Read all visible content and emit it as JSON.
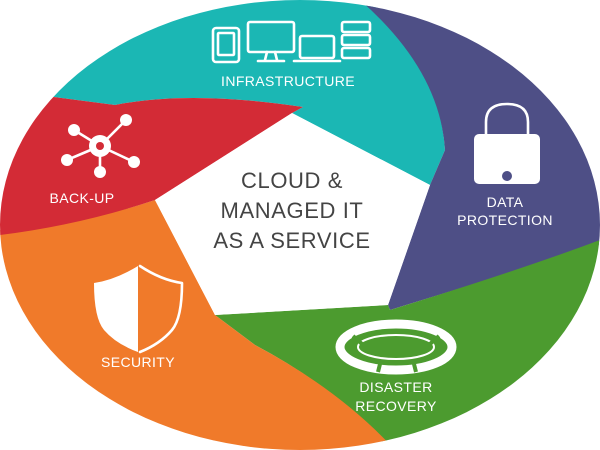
{
  "diagram": {
    "center": {
      "lines": [
        "CLOUD &",
        "MANAGED IT",
        "AS A SERVICE"
      ]
    },
    "segments": [
      {
        "id": "infrastructure",
        "label_lines": [
          "INFRASTRUCTURE"
        ],
        "color": "#1BB7B4",
        "icon": "computers-icon"
      },
      {
        "id": "data-protection",
        "label_lines": [
          "DATA",
          "PROTECTION"
        ],
        "color": "#4E4F86",
        "icon": "padlock-icon"
      },
      {
        "id": "disaster-recovery",
        "label_lines": [
          "DISASTER",
          "RECOVERY"
        ],
        "color": "#4C9B2F",
        "icon": "life-ring-icon"
      },
      {
        "id": "security",
        "label_lines": [
          "SECURITY"
        ],
        "color": "#F07A2A",
        "icon": "shield-icon"
      },
      {
        "id": "back-up",
        "label_lines": [
          "BACK-UP"
        ],
        "color": "#D32B36",
        "icon": "network-hub-icon"
      }
    ],
    "center_color": "#ffffff",
    "center_text_color": "#444444"
  }
}
